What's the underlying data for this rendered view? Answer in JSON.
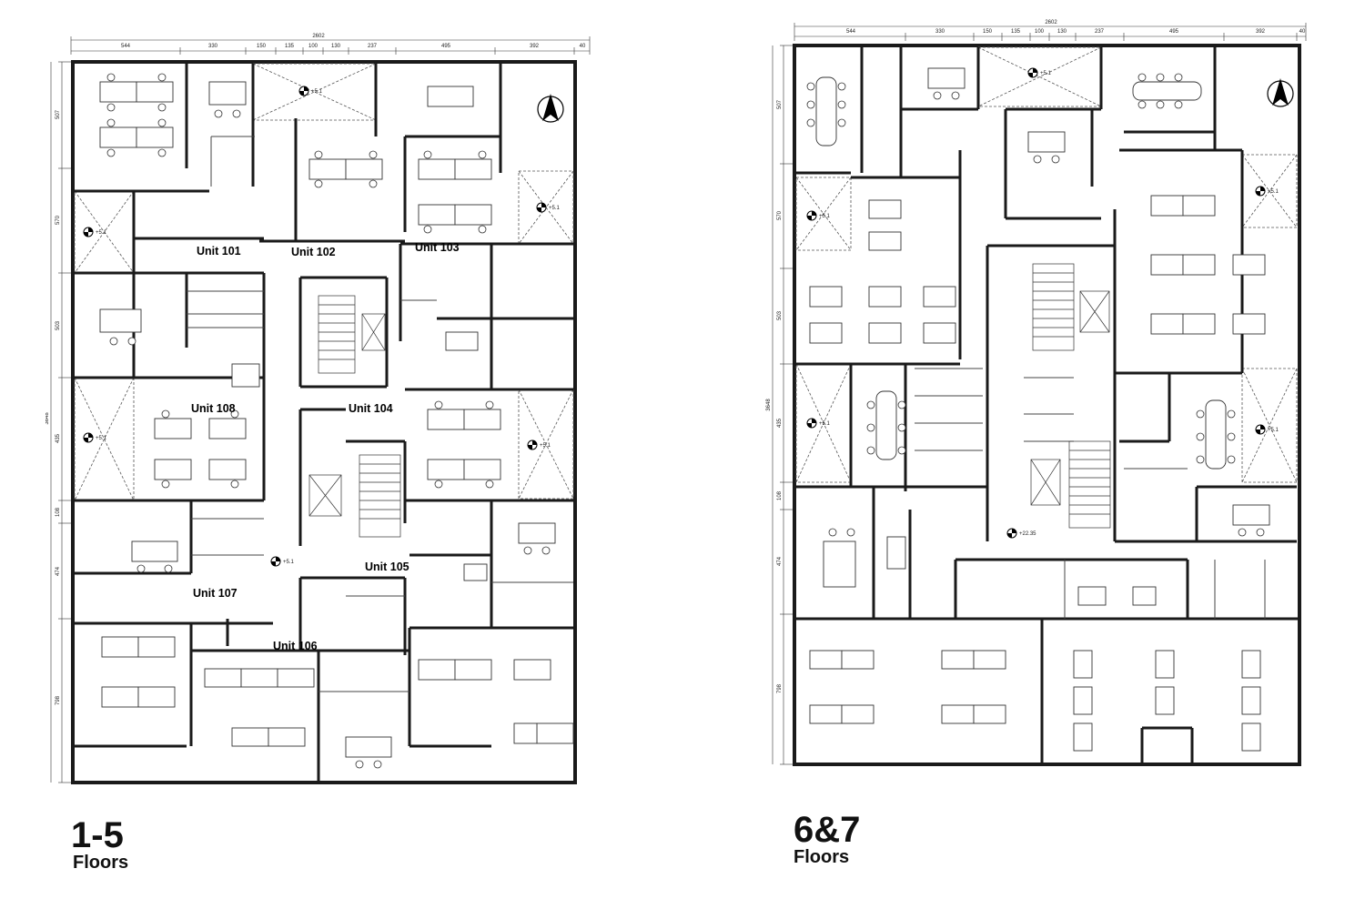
{
  "left_plan": {
    "floor_number": "1-5",
    "floor_caption": "Floors",
    "units": [
      "Unit 101",
      "Unit 102",
      "Unit 103",
      "Unit 104",
      "Unit 105",
      "Unit 106",
      "Unit 107",
      "Unit 108"
    ],
    "top_dimensions": [
      "544",
      "330",
      "150",
      "135",
      "100",
      "130",
      "237",
      "495",
      "392",
      "40"
    ],
    "total_width": "2602",
    "side_dimensions": [
      "507",
      "570",
      "503",
      "435",
      "108",
      "474",
      "798"
    ],
    "total_height": "3648",
    "level_marks": [
      "+5.1",
      "+5.1",
      "+5.1",
      "+5.1",
      "+5.1",
      "+5.1"
    ]
  },
  "right_plan": {
    "floor_number": "6&7",
    "floor_caption": "Floors",
    "top_dimensions": [
      "544",
      "330",
      "150",
      "135",
      "100",
      "130",
      "237",
      "495",
      "392",
      "40"
    ],
    "total_width": "2602",
    "side_dimensions": [
      "507",
      "570",
      "503",
      "435",
      "108",
      "474",
      "798"
    ],
    "total_height": "3648",
    "level_marks": [
      "+5.1",
      "+5.1",
      "+5.1",
      "+5.1",
      "+5.1",
      "+22.35"
    ]
  },
  "icons": {
    "north_arrow": "north-arrow-icon",
    "level_mark": "level-mark-icon"
  },
  "colors": {
    "wall": "#1a1a1a",
    "line": "#333333",
    "background": "#ffffff"
  }
}
